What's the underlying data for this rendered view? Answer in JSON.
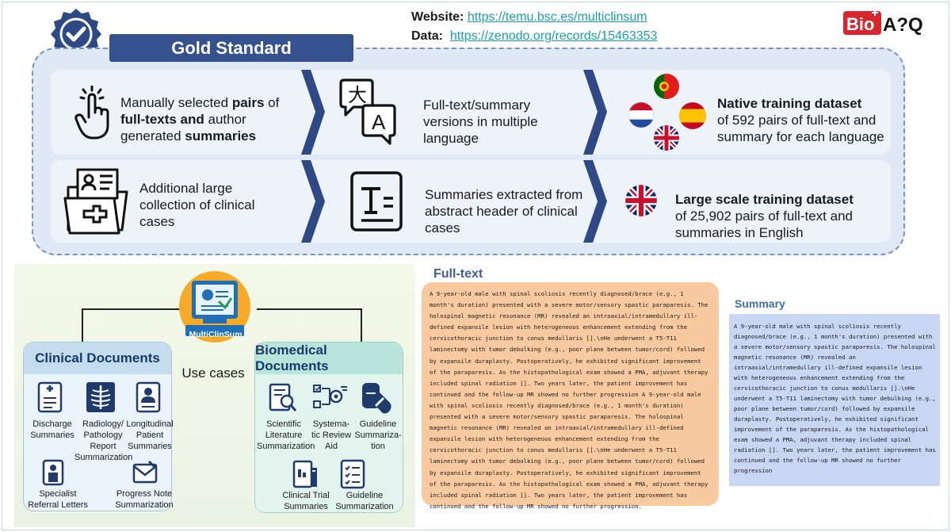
{
  "header": {
    "gold_standard": "Gold Standard",
    "website_label": "Website:",
    "website_url": "https://temu.bsc.es/multiclinsum",
    "data_label": "Data:",
    "data_url": "https://zenodo.org/records/15463353",
    "logo_text": "BioASQ"
  },
  "row1": {
    "col1_a": "Manually selected ",
    "col1_b": "pairs",
    "col1_c": " of",
    "col1_d": "full-texts and",
    "col1_e": " author",
    "col1_f": "generated ",
    "col1_g": "summaries",
    "col2": "Full-text/summary versions in multiple language",
    "col3_title": "Native training dataset",
    "col3_body": "of 592 pairs of full-text and summary for each language"
  },
  "row2": {
    "col1": "Additional large collection of clinical cases",
    "col2": "Summaries extracted from abstract header of clinical cases",
    "col3_title": "Large scale training dataset",
    "col3_body": "of 25,902 pairs of full-text and summaries in English"
  },
  "usecases": {
    "logo_text": "MultiClinSum",
    "use_cases": "Use cases",
    "clinical_title": "Clinical Documents",
    "biomedical_title": "Biomedical Documents",
    "clinical_items": [
      "Discharge Summaries",
      "Radiology/ Pathology Report Summarization",
      "Longitudinal Patient Summaries",
      "Specialist Referral Letters",
      "Progress Note Summarization"
    ],
    "biomedical_items": [
      "Scientific Literature Summarization",
      "Systema- tic Review Aid",
      "Guideline Summariza- tion",
      "Clinical Trial Summaries",
      "Guideline Summarization"
    ]
  },
  "fulltext": {
    "title": "Full-text",
    "body": "A 9-year-old male with spinal scoliosis recently diagnosed/brace (e.g., 1 month's duration) presented with a severe motor/sensory spastic paraparesis. The holospinal magnetic resonance (MR) revealed an intraaxial/intramedullary ill-defined expansile lesion with heterogeneous enhancement extending from the cervicothoracic junction to conus medullaris [].\\nHe underwent a T5-T11 laminectomy with tumor debulking (e.g., poor plane between tumor/cord) followed by expansile duraplasty. Postoperatively, he exhibited significant improvement of the paraparesis. As the histopathological exam showed a PMA, adjuvant therapy included spinal radiation []. Two years later, the patient improvement has continued and the follow-up MR showed no further progression A 9-year-old male with spinal scoliosis recently diagnosed/brace (e.g., 1 month's duration) presented with a severe motor/sensory spastic paraparesis. The holospinal magnetic resonance (MR) revealed an intraaxial/intramedullary ill-defined expansile lesion with heterogeneous enhancement extending from the cervicothoracic junction to conus medullaris [].\\nHe underwent a T5-T11 laminectomy with tumor debulking (e.g., poor plane between tumor/cord) followed by expansile duraplasty. Postoperatively, he exhibited significant improvement of the paraparesis. As the histopathological exam showed a PMA, adjuvant therapy included spinal radiation []. Two years later, the patient improvement has continued and the follow-up MR showed no further progression."
  },
  "summary": {
    "title": "Summary",
    "body": "A 9-year-old male with spinal scoliosis recently diagnosed/brace (e.g., 1 month's duration) presented with a severe motor/sensory spastic paraparesis. The holospinal magnetic resonance (MR) revealed an intraaxial/intramedullary ill-defined expansile lesion with heterogeneous enhancement extending from the cervicothoracic junction to conus medullaris [].\\nHe underwent a T5-T11 laminectomy with tumor debulking (e.g., poor plane between tumor/cord) followed by expansile duraplasty. Postoperatively, he exhibited significant improvement of the paraparesis. As the histopathological exam showed a PMA, adjuvant therapy included spinal radiation []. Two years later, the patient improvement has continued and the follow-up MR showed no further progression"
  },
  "colors": {
    "banner": "#35528f",
    "teal_link": "#19a0a6",
    "gold_panel": "#dfe8f5",
    "chevron": "#2d4a86",
    "fulltext_bg": "#f9c9a0",
    "summary_bg": "#c6d6f3",
    "clinical_head": "#c5dcee",
    "biomedical_head": "#b9e4dc"
  }
}
